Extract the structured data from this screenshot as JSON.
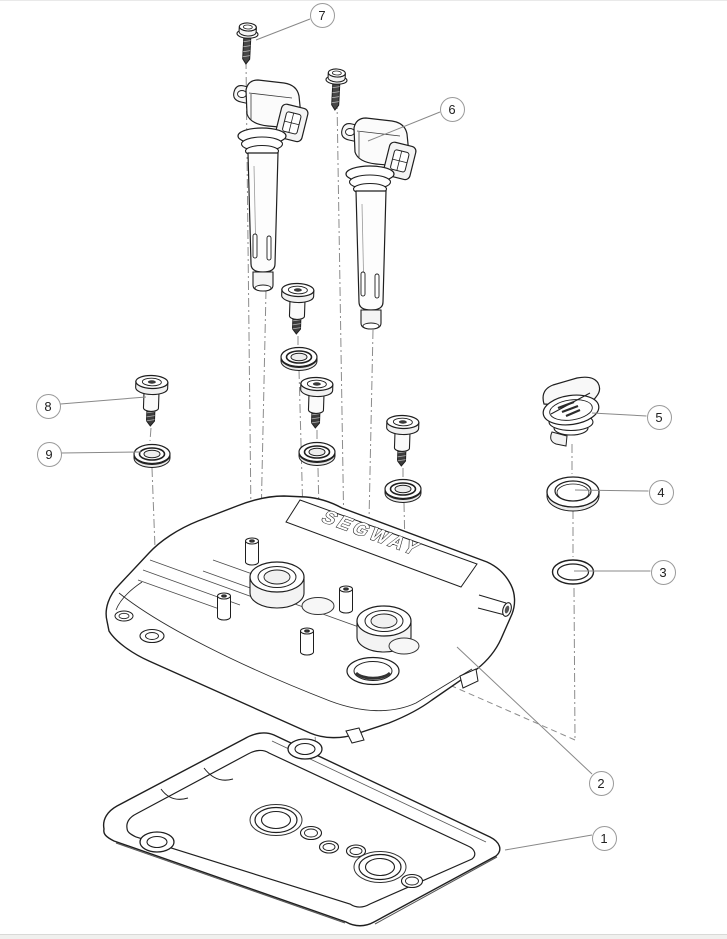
{
  "page": {
    "background": "#ffffff",
    "top_border_color": "#e9e9e9",
    "footer_bar_color": "#f0f0ee",
    "footer_border_color": "#d9d9d7"
  },
  "diagram": {
    "brand_text": "SEGWAY",
    "line_color": "#1f1f1f",
    "construction_line_color": "#8c8c8c",
    "leader_line_color": "#888888",
    "callout_stroke_color": "#9a9a9a",
    "callout_text_color": "#222222",
    "callouts": [
      {
        "number": "1"
      },
      {
        "number": "2"
      },
      {
        "number": "3"
      },
      {
        "number": "4"
      },
      {
        "number": "5"
      },
      {
        "number": "6"
      },
      {
        "number": "7"
      },
      {
        "number": "8"
      },
      {
        "number": "9"
      }
    ]
  }
}
